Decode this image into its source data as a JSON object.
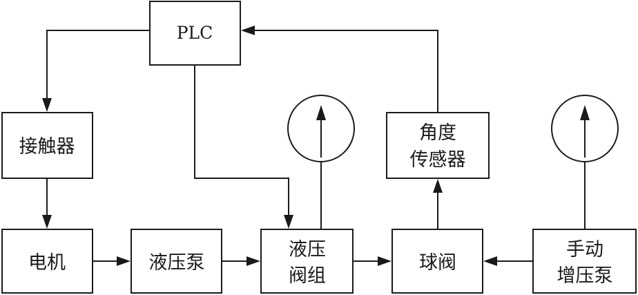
{
  "nodes": {
    "plc": {
      "label": "PLC"
    },
    "contactor": {
      "label": "接触器"
    },
    "motor": {
      "label": "电机"
    },
    "hydraulic_pump": {
      "label": "液压泵"
    },
    "hydraulic_valve_group": {
      "line1": "液压",
      "line2": "阀组"
    },
    "ball_valve": {
      "label": "球阀"
    },
    "angle_sensor": {
      "line1": "角度",
      "line2": "传感器"
    },
    "manual_booster_pump": {
      "line1": "手动",
      "line2": "增压泵"
    }
  },
  "gauges": [
    {
      "name": "pressure-gauge-valve-group",
      "attached_to": "hydraulic_valve_group"
    },
    {
      "name": "pressure-gauge-manual-pump",
      "attached_to": "manual_booster_pump"
    }
  ],
  "connections": [
    {
      "from": "plc",
      "to": "contactor"
    },
    {
      "from": "plc",
      "to": "hydraulic_valve_group"
    },
    {
      "from": "angle_sensor",
      "to": "plc"
    },
    {
      "from": "contactor",
      "to": "motor"
    },
    {
      "from": "motor",
      "to": "hydraulic_pump"
    },
    {
      "from": "hydraulic_pump",
      "to": "hydraulic_valve_group"
    },
    {
      "from": "hydraulic_valve_group",
      "to": "ball_valve"
    },
    {
      "from": "ball_valve",
      "to": "angle_sensor"
    },
    {
      "from": "manual_booster_pump",
      "to": "ball_valve"
    }
  ]
}
